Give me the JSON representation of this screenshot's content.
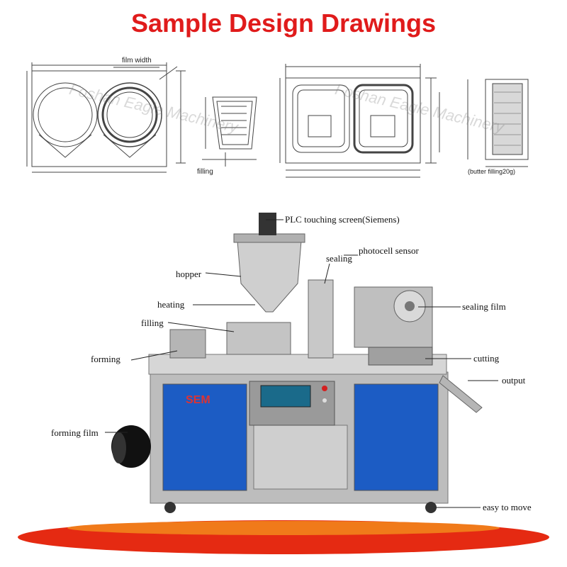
{
  "title": "Sample Design Drawings",
  "colors": {
    "title": "#e01b1b",
    "line": "#333333",
    "steel": "#c7c7c7",
    "steel_dark": "#8a8a8a",
    "window_blue": "#1c5cc4",
    "base_red": "#e52a12",
    "base_orange": "#f07a1a"
  },
  "drawing_1": {
    "film_width_label": "film width",
    "filling_label": "filling",
    "watermark": "Foshan Eagle Machinery"
  },
  "drawing_2": {
    "butter_label": "(butter filling20g)",
    "watermark": "Foshan Eagle Machinery"
  },
  "machine": {
    "brand": "SEM",
    "callouts": {
      "plc": "PLC touching screen(Siemens)",
      "photocell": "photocell sensor",
      "sealing": "sealing",
      "hopper": "hopper",
      "heating": "heating",
      "filling": "filling",
      "sealing_film": "sealing film",
      "forming": "forming",
      "cutting": "cutting",
      "output": "output",
      "forming_film": "forming film",
      "easy_to_move": "easy to move"
    }
  }
}
